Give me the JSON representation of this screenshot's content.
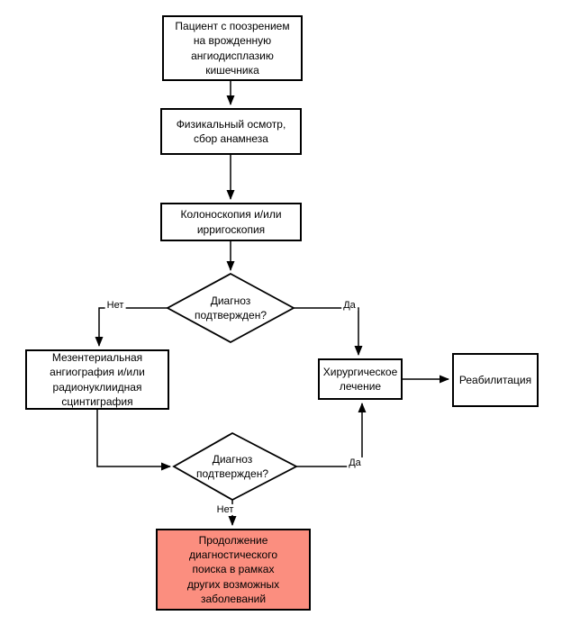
{
  "nodes": {
    "patient": {
      "label": "Пациент с поозрением\nна врожденную\nангиодисплазию\nкишечника"
    },
    "physical_exam": {
      "label": "Физикальный осмотр,\nсбор анамнеза"
    },
    "colonoscopy": {
      "label": "Колоноскопия и/или\nирригоскопия"
    },
    "decision_1": {
      "label": "Диагноз\nподтвержден?"
    },
    "angiography": {
      "label": "Мезентериальная\nангиография и/или\nрадионуклиидная\nсцинтиграфия"
    },
    "surgery": {
      "label": "Хирургическое\nлечение"
    },
    "rehabilitation": {
      "label": "Реабилитация"
    },
    "decision_2": {
      "label": "Диагноз\nподтвержден?"
    },
    "continue_search": {
      "label": "Продолжение\nдиагностического\nпоиска в рамках\nдругих возможных\nзаболеваний"
    }
  },
  "edge_labels": {
    "decision1_no": "Нет",
    "decision1_yes": "Да",
    "decision2_yes": "Да",
    "decision2_no": "Нет"
  },
  "colors": {
    "highlight_fill": "#FB8E7F",
    "node_fill": "#FFFFFF",
    "stroke": "#000000",
    "background": "#FFFFFF"
  }
}
